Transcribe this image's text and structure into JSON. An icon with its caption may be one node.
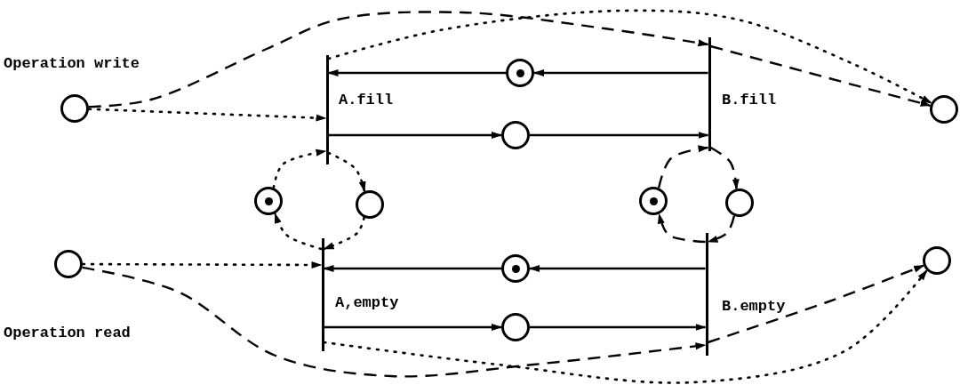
{
  "diagram": {
    "nodes": [
      {
        "text": [],
        "shape": "circle",
        "beside": [
          "Operation write"
        ]
      },
      {
        "text": [],
        "shape": "bar",
        "beside": [
          "A.fill"
        ]
      },
      {
        "text": [],
        "shape": "circle"
      },
      {
        "text": [],
        "shape": "bar",
        "beside": [
          "B.fill"
        ]
      },
      {
        "text": [],
        "shape": "circle"
      },
      {
        "text": [],
        "shape": "circle"
      },
      {
        "text": [],
        "shape": "circle"
      },
      {
        "text": [],
        "shape": "circle"
      },
      {
        "text": [],
        "shape": "circle"
      },
      {
        "text": [],
        "shape": "circle"
      },
      {
        "text": [],
        "shape": "circle",
        "beside": [
          "Operation read"
        ]
      },
      {
        "text": [],
        "shape": "bar",
        "beside": [
          "A,empty"
        ]
      },
      {
        "text": [],
        "shape": "circle"
      },
      {
        "text": [],
        "shape": "bar",
        "beside": [
          "B.empty"
        ]
      },
      {
        "text": [],
        "shape": "circle"
      },
      {
        "text": [],
        "shape": "circle"
      }
    ],
    "edges": [
      {
        "from": 0,
        "to": 1,
        "arrow": "to",
        "style": "dashed"
      },
      {
        "from": 0,
        "to": 3,
        "arrow": "to",
        "style": "dashed"
      },
      {
        "from": 1,
        "to": 4,
        "arrow": "to",
        "style": "dashed"
      },
      {
        "from": 3,
        "to": 4,
        "arrow": "to",
        "style": "dashed"
      },
      {
        "from": 3,
        "to": 2,
        "arrow": "to"
      },
      {
        "from": 2,
        "to": 1,
        "arrow": "to"
      },
      {
        "from": 1,
        "to": 5,
        "arrow": "to"
      },
      {
        "from": 5,
        "to": 3,
        "arrow": "to"
      },
      {
        "from": 6,
        "to": 1,
        "arrow": "to",
        "style": "dashed"
      },
      {
        "from": 1,
        "to": 7,
        "arrow": "to",
        "style": "dashed"
      },
      {
        "from": 8,
        "to": 3,
        "arrow": "to",
        "style": "dashed"
      },
      {
        "from": 3,
        "to": 9,
        "arrow": "to",
        "style": "dashed"
      },
      {
        "from": 11,
        "to": 6,
        "arrow": "to",
        "style": "dashed"
      },
      {
        "from": 7,
        "to": 11,
        "arrow": "to",
        "style": "dashed"
      },
      {
        "from": 13,
        "to": 8,
        "arrow": "to",
        "style": "dashed"
      },
      {
        "from": 9,
        "to": 13,
        "arrow": "to",
        "style": "dashed"
      },
      {
        "from": 10,
        "to": 11,
        "arrow": "to",
        "style": "dashed"
      },
      {
        "from": 13,
        "to": 12,
        "arrow": "to"
      },
      {
        "from": 12,
        "to": 11,
        "arrow": "to"
      },
      {
        "from": 11,
        "to": 15,
        "arrow": "to"
      },
      {
        "from": 15,
        "to": 13,
        "arrow": "to"
      },
      {
        "from": 10,
        "to": 13,
        "arrow": "to",
        "style": "dashed"
      },
      {
        "from": 11,
        "to": 14,
        "arrow": "to",
        "style": "dashed"
      },
      {
        "from": 13,
        "to": 14,
        "arrow": "to",
        "style": "dashed"
      }
    ]
  }
}
